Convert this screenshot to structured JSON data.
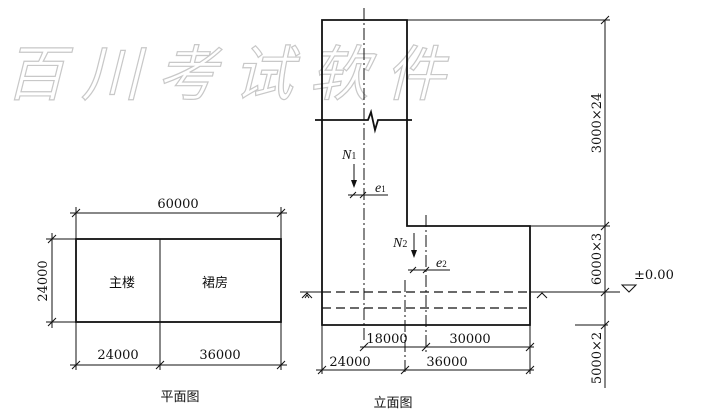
{
  "watermark": "百川考试软件",
  "plan": {
    "title": "平面图",
    "overall_width": "60000",
    "depth": "24000",
    "left_width": "24000",
    "right_width": "36000",
    "left_label": "主楼",
    "right_label": "裙房"
  },
  "elevation": {
    "title": "立面图",
    "n1": "N",
    "n1_sub": "1",
    "n2": "N",
    "n2_sub": "2",
    "e1": "e",
    "e1_sub": "1",
    "e2": "e",
    "e2_sub": "2",
    "dim_18000": "18000",
    "dim_30000": "30000",
    "dim_24000": "24000",
    "dim_36000": "36000",
    "tower_height": "3000×24",
    "podium_height": "6000×3",
    "basement_depth": "5000×2",
    "ground_level": "±0.00"
  }
}
